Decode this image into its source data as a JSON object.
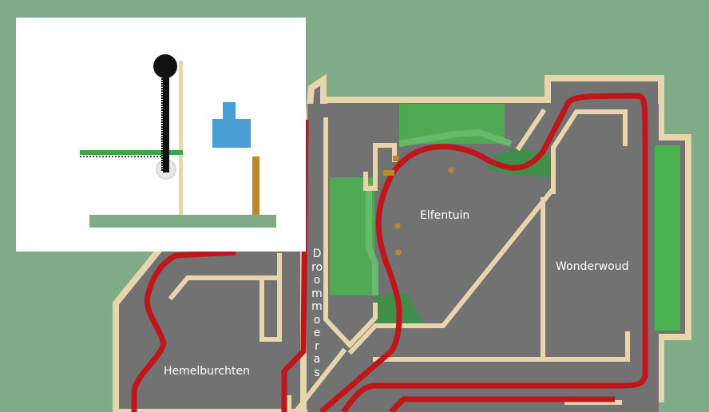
{
  "map": {
    "areas": [
      {
        "id": "elfentuin",
        "name": "Elfentuin"
      },
      {
        "id": "wonderwoud",
        "name": "Wonderwoud"
      },
      {
        "id": "hemelburchten",
        "name": "Hemelburchten"
      },
      {
        "id": "droommoeras",
        "name": "Droommoeras",
        "orientation": "vertical"
      }
    ],
    "colors": {
      "background": "#7fac87",
      "ground": "#727272",
      "path": "#e8d5ae",
      "ride_track": "#c0161b",
      "grass": "#4caf50",
      "grass_light": "#66bb6a"
    }
  },
  "inset_preview": {
    "colors": {
      "background": "#ffffff",
      "pole": "#111111",
      "platform": "#3fa34d",
      "block": "#4a9fd4",
      "post": "#b8892f",
      "ground": "#7fac87",
      "rod": "#e8d5ae"
    }
  }
}
